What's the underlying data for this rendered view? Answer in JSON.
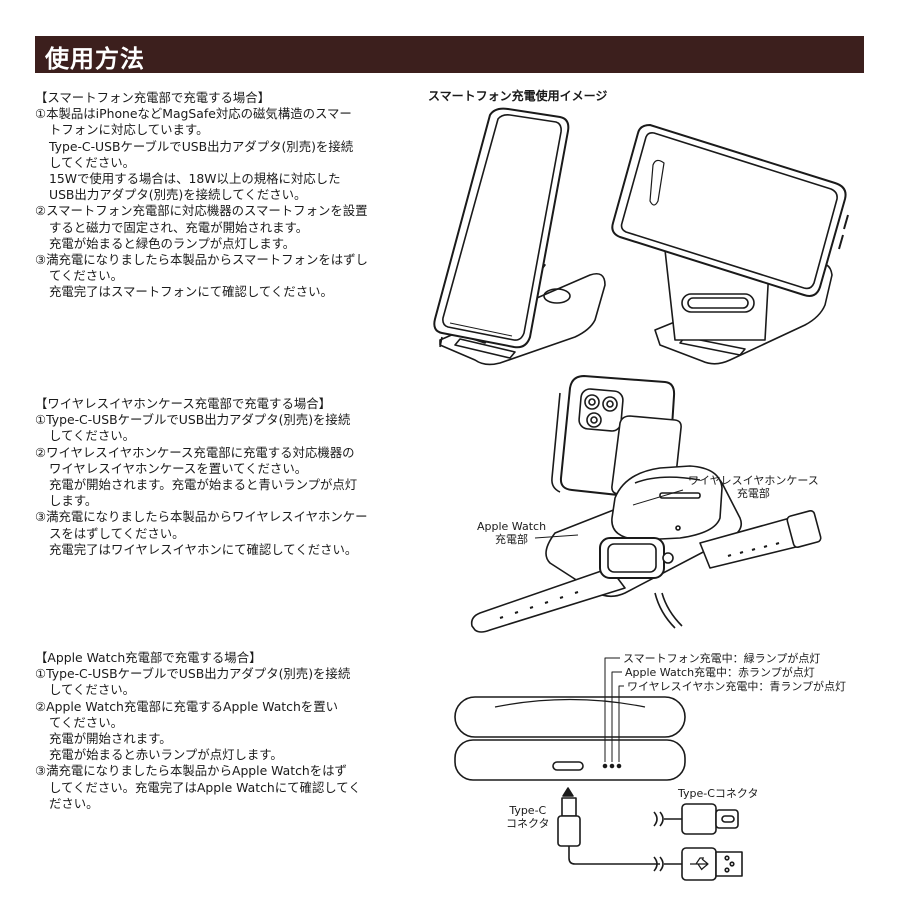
{
  "title": "使用方法",
  "sections": [
    {
      "heading": "【スマートフォン充電部で充電する場合】",
      "lines": [
        "①本製品はiPhoneなどMagSafe対応の磁気構造のスマー",
        "トフォンに対応しています。",
        "Type-C-USBケーブルでUSB出力アダプタ(別売)を接続",
        "してください。",
        "15Wで使用する場合は、18W以上の規格に対応した",
        "USB出力アダプタ(別売)を接続してください。",
        "②スマートフォン充電部に対応機器のスマートフォンを設置",
        "すると磁力で固定され、充電が開始されます。",
        "充電が始まると緑色のランプが点灯します。",
        "③満充電になりましたら本製品からスマートフォンをはずし",
        "てください。",
        "充電完了はスマートフォンにて確認してください。"
      ]
    },
    {
      "heading": "【ワイヤレスイヤホンケース充電部で充電する場合】",
      "lines": [
        "①Type-C-USBケーブルでUSB出力アダプタ(別売)を接続",
        "してください。",
        "②ワイヤレスイヤホンケース充電部に充電する対応機器の",
        "ワイヤレスイヤホンケースを置いてください。",
        "充電が開始されます。充電が始まると青いランプが点灯",
        "します。",
        "③満充電になりましたら本製品からワイヤレスイヤホンケー",
        "スをはずしてください。",
        "充電完了はワイヤレスイヤホンにて確認してください。"
      ]
    },
    {
      "heading": "【Apple Watch充電部で充電する場合】",
      "lines": [
        "①Type-C-USBケーブルでUSB出力アダプタ(別売)を接続",
        "してください。",
        "②Apple Watch充電部に充電するApple Watchを置い",
        "てください。",
        "充電が開始されます。",
        "充電が始まると赤いランプが点灯します。",
        "③満充電になりましたら本製品からApple Watchをはず",
        "してください。充電完了はApple Watchにて確認してく",
        "ださい。"
      ]
    }
  ],
  "figures": {
    "phone_image_title": "スマートフォン充電使用イメージ",
    "earphone_label": [
      "ワイヤレスイヤホンケース",
      "充電部"
    ],
    "watch_label": [
      "Apple Watch",
      "充電部"
    ],
    "lamp_labels": [
      "スマートフォン充電中：緑ランプが点灯",
      "Apple Watch充電中：赤ランプが点灯",
      "ワイヤレスイヤホン充電中：青ランプが点灯"
    ],
    "typec_connector_label": "Type-Cコネクタ",
    "typec_left_label": [
      "Type-C",
      "コネクタ"
    ]
  }
}
